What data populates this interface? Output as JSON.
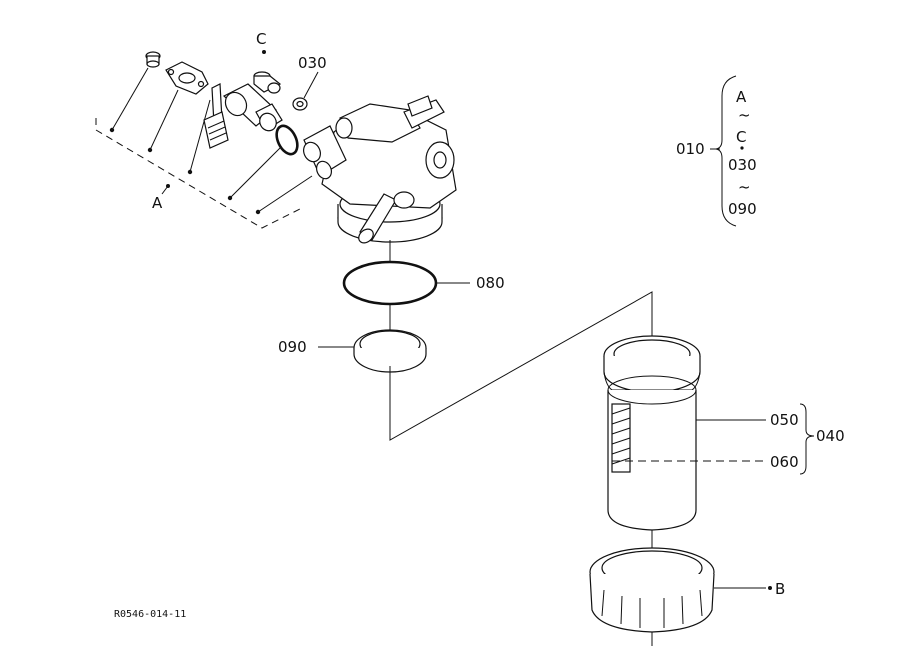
{
  "drawing_code": "R0546-014-11",
  "callouts": {
    "c_letter": "C",
    "a_letter": "A",
    "b_letter": "B",
    "p030": "030",
    "p080": "080",
    "p090": "090",
    "p050": "050",
    "p060": "060",
    "p040": "040"
  },
  "assembly_bracket": {
    "ref": "010",
    "range1_from": "A",
    "tilde1": "~",
    "range1_to": "C",
    "range2_from": "030",
    "tilde2": "~",
    "range2_to": "090"
  }
}
